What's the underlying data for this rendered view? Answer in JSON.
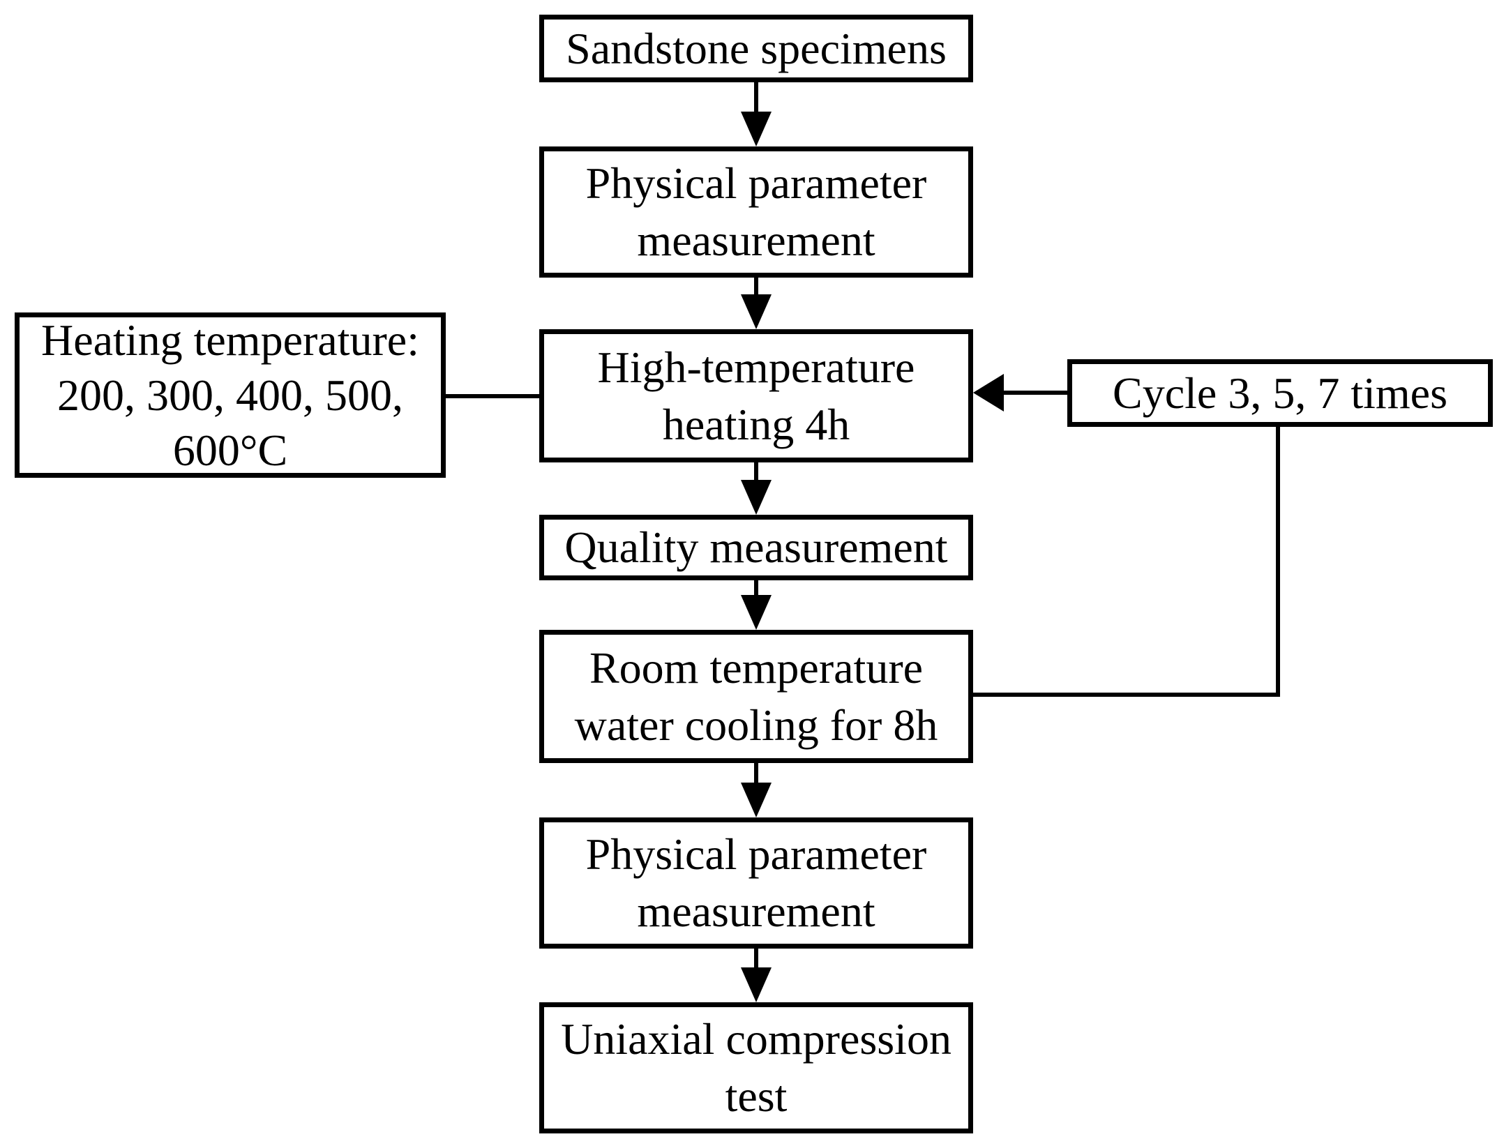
{
  "diagram": {
    "background_color": "#ffffff",
    "line_color": "#000000",
    "nodes": {
      "sandstone": {
        "label": "Sandstone specimens"
      },
      "physical1": {
        "label": "Physical parameter\nmeasurement"
      },
      "heating": {
        "label": "High-temperature\nheating 4h"
      },
      "quality": {
        "label": "Quality measurement"
      },
      "cooling": {
        "label": "Room temperature\nwater cooling for 8h"
      },
      "physical2": {
        "label": "Physical parameter\nmeasurement"
      },
      "uniaxial": {
        "label": "Uniaxial compression\ntest"
      },
      "heating_temp": {
        "label": "Heating temperature:\n200, 300, 400, 500,\n600°C"
      },
      "cycle": {
        "label": "Cycle 3, 5, 7 times"
      }
    },
    "edges": [
      {
        "from": "sandstone",
        "to": "physical1",
        "style": "arrow-down"
      },
      {
        "from": "physical1",
        "to": "heating",
        "style": "arrow-down"
      },
      {
        "from": "heating",
        "to": "quality",
        "style": "arrow-down"
      },
      {
        "from": "quality",
        "to": "cooling",
        "style": "arrow-down"
      },
      {
        "from": "cooling",
        "to": "physical2",
        "style": "arrow-down"
      },
      {
        "from": "physical2",
        "to": "uniaxial",
        "style": "arrow-down"
      },
      {
        "from": "heating_temp",
        "to": "heating",
        "style": "plain-line"
      },
      {
        "from": "cycle",
        "to": "heating",
        "style": "arrow-left"
      },
      {
        "from": "cycle",
        "to": "cooling",
        "style": "elbow-line"
      }
    ]
  }
}
